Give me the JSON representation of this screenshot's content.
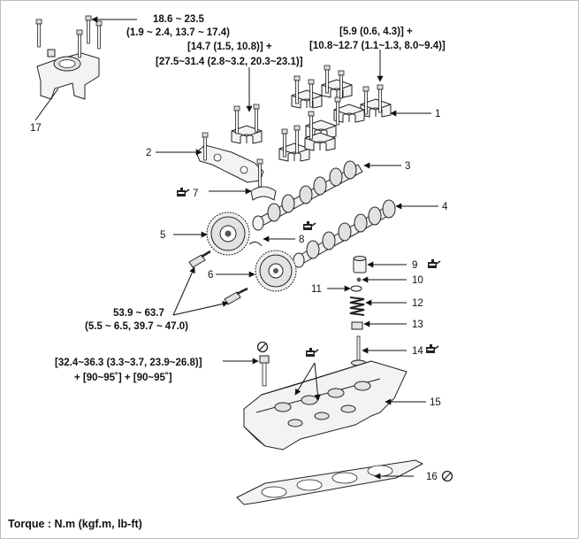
{
  "torque_specs": {
    "spec_17_line1": "18.6 ~ 23.5",
    "spec_17_line2": "(1.9 ~ 2.4, 13.7 ~ 17.4)",
    "spec_1_line1": "[5.9 (0.6, 4.3)] +",
    "spec_1_line2": "[10.8~12.7 (1.1~1.3, 8.0~9.4)]",
    "spec_cap_line1": "[14.7 (1.5, 10.8)] +",
    "spec_cap_line2": "[27.5~31.4 (2.8~3.2, 20.3~23.1)]",
    "spec_sprocket_line1": "53.9 ~ 63.7",
    "spec_sprocket_line2": "(5.5 ~ 6.5, 39.7 ~ 47.0)",
    "spec_head_line1": "[32.4~36.3 (3.3~3.7, 23.9~26.8)]",
    "spec_head_line2": "+ [90~95˚] + [90~95˚]"
  },
  "part_numbers": {
    "p1": "1",
    "p2": "2",
    "p3": "3",
    "p4": "4",
    "p5": "5",
    "p6": "6",
    "p7": "7",
    "p8": "8",
    "p9": "9",
    "p10": "10",
    "p11": "11",
    "p12": "12",
    "p13": "13",
    "p14": "14",
    "p15": "15",
    "p16": "16",
    "p17": "17"
  },
  "footer": {
    "torque_unit": "Torque : N.m (kgf.m, lb-ft)"
  },
  "icons": {
    "oil_can": "oil-can-icon",
    "do_not_reuse": "no-reuse-icon"
  },
  "colors": {
    "line": "#111111",
    "part_fill": "#f3f3f3",
    "part_shade": "#e2e2e2"
  }
}
